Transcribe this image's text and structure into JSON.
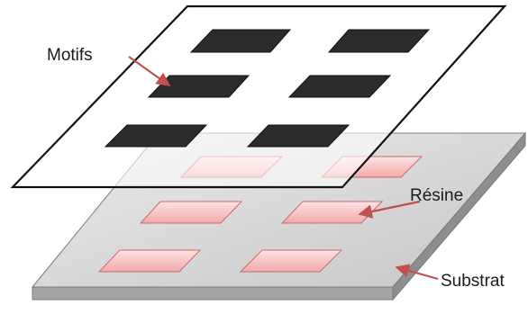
{
  "labels": {
    "motifs": "Motifs",
    "resine": "Résine",
    "substrat": "Substrat"
  },
  "colors": {
    "substrate_top": "#d4d4d4",
    "substrate_side": "#9a9a9a",
    "resist_fill": "#f7bcbc",
    "resist_stroke": "#c96a6a",
    "mask_motif": "#2b2b2b",
    "arrow": "#c0504d"
  }
}
